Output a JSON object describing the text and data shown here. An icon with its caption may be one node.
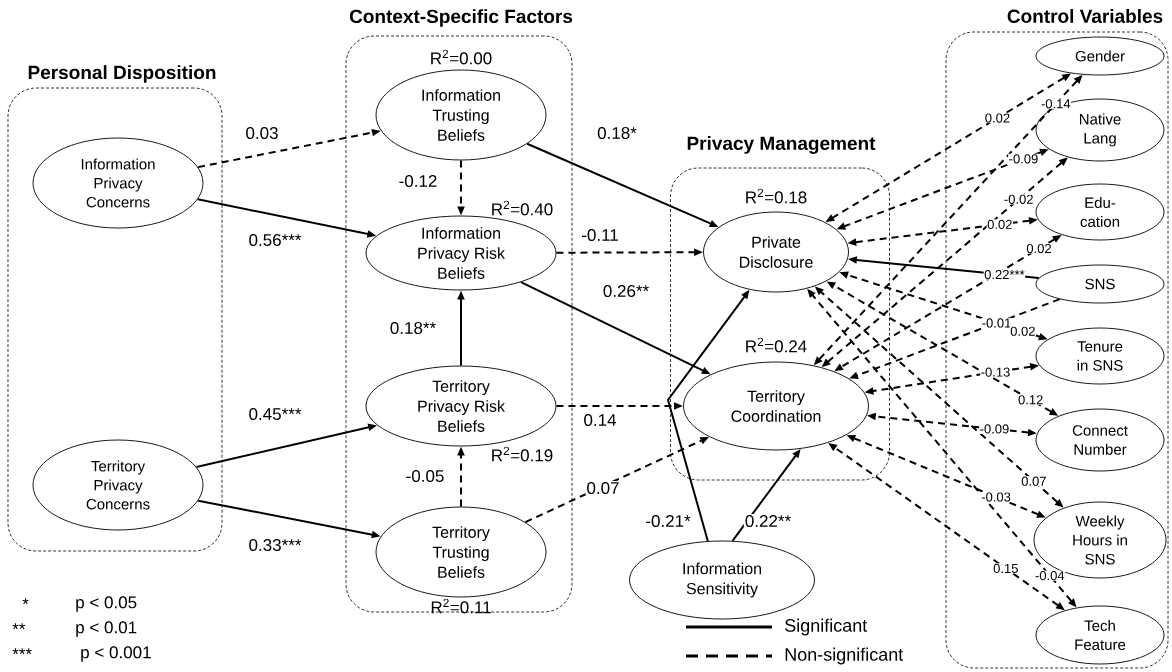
{
  "diagram": {
    "nodes": [
      {
        "text": [
          "Personal Disposition"
        ]
      },
      {
        "text": [
          "Information Privacy Concerns"
        ],
        "in": 0
      },
      {
        "text": [
          "Territory Privacy Concerns"
        ],
        "in": 0
      },
      {
        "text": [
          "Context-Specific Factors"
        ]
      },
      {
        "text": [
          "Information Trusting Beliefs"
        ],
        "in": 3,
        "beside": [
          "R$^{2}$=0.00"
        ]
      },
      {
        "text": [
          "Information Privacy Risk Beliefs"
        ],
        "in": 3,
        "beside": [
          "R$^{2}$=0.40"
        ]
      },
      {
        "text": [
          "Territory Privacy Risk Beliefs"
        ],
        "in": 3,
        "beside": [
          "R$^{2}$=0.19"
        ]
      },
      {
        "text": [
          "Territory Trusting Beliefs"
        ],
        "in": 3,
        "beside": [
          "R$^{2}$=0.11"
        ]
      },
      {
        "text": [
          "Privacy Management"
        ]
      },
      {
        "text": [
          "Private Disclosure"
        ],
        "in": 8,
        "beside": [
          "R$^{2}$=0.18"
        ]
      },
      {
        "text": [
          "Territory Coordination"
        ],
        "in": 8,
        "beside": [
          "R$^{2}$=0.24"
        ]
      },
      {
        "text": [
          "Information Sensitivity"
        ]
      },
      {
        "text": [
          "Control Variables"
        ]
      },
      {
        "text": [
          "Gender"
        ],
        "in": 12
      },
      {
        "text": [
          "Native Lang"
        ],
        "in": 12
      },
      {
        "text": [
          "Edu- cation"
        ],
        "in": 12
      },
      {
        "text": [
          "SNS"
        ],
        "in": 12
      },
      {
        "text": [
          "Tenure in SNS"
        ],
        "in": 12
      },
      {
        "text": [
          "Connect Number"
        ],
        "in": 12
      },
      {
        "text": [
          "Weekly Hours in SNS"
        ],
        "in": 12
      },
      {
        "text": [
          "Tech Feature"
        ],
        "in": 12
      }
    ],
    "edges": [
      {
        "from": 1,
        "to": 4,
        "arrow": "to",
        "label": "0.03",
        "style": "dashed"
      },
      {
        "from": 1,
        "to": 5,
        "arrow": "to",
        "label": "0.56***"
      },
      {
        "from": 2,
        "to": 6,
        "arrow": "to",
        "label": "0.45***"
      },
      {
        "from": 2,
        "to": 7,
        "arrow": "to",
        "label": "0.33***"
      },
      {
        "from": 4,
        "to": 5,
        "arrow": "to",
        "label": "-0.12",
        "style": "dashed"
      },
      {
        "from": 7,
        "to": 6,
        "arrow": "to",
        "label": "-0.05",
        "style": "dashed"
      },
      {
        "from": 6,
        "to": 5,
        "arrow": "to",
        "label": "0.18**"
      },
      {
        "from": 4,
        "to": 9,
        "arrow": "to",
        "label": "0.18*"
      },
      {
        "from": 5,
        "to": 9,
        "arrow": "to",
        "label": "-0.11",
        "style": "dashed"
      },
      {
        "from": 5,
        "to": 10,
        "arrow": "to",
        "label": "0.26**"
      },
      {
        "from": 6,
        "to": 10,
        "arrow": "to",
        "label": "0.14",
        "style": "dashed"
      },
      {
        "from": 7,
        "to": 10,
        "arrow": "to",
        "label": "0.07",
        "style": "dashed"
      },
      {
        "from": 11,
        "to": 9,
        "arrow": "to",
        "label": "-0.21*"
      },
      {
        "from": 11,
        "to": 10,
        "arrow": "to",
        "label": "0.22**"
      },
      {
        "from": 13,
        "to": 9,
        "arrow": "both",
        "label": "0.02",
        "style": "dashed"
      },
      {
        "from": 13,
        "to": 10,
        "arrow": "both",
        "label": "-0.14",
        "style": "dashed"
      },
      {
        "from": 14,
        "to": 9,
        "arrow": "both",
        "label": "-0.09",
        "style": "dashed"
      },
      {
        "from": 14,
        "to": 10,
        "arrow": "both",
        "label": "-0.02",
        "style": "dashed"
      },
      {
        "from": 15,
        "to": 9,
        "arrow": "both",
        "label": "0.02",
        "style": "dashed"
      },
      {
        "from": 15,
        "to": 10,
        "arrow": "both",
        "label": "0.02",
        "style": "dashed"
      },
      {
        "from": 16,
        "to": 9,
        "arrow": "to",
        "label": "0.22***"
      },
      {
        "from": 16,
        "to": 10,
        "arrow": "to",
        "label": "-0.01",
        "style": "dashed"
      },
      {
        "from": 17,
        "to": 9,
        "arrow": "both",
        "label": "0.02",
        "style": "dashed"
      },
      {
        "from": 17,
        "to": 10,
        "arrow": "both",
        "label": "-0.13",
        "style": "dashed"
      },
      {
        "from": 18,
        "to": 9,
        "arrow": "both",
        "label": "0.12",
        "style": "dashed"
      },
      {
        "from": 18,
        "to": 10,
        "arrow": "both",
        "label": "-0.09",
        "style": "dashed"
      },
      {
        "from": 19,
        "to": 9,
        "arrow": "both",
        "label": "0.07",
        "style": "dashed"
      },
      {
        "from": 19,
        "to": 10,
        "arrow": "both",
        "label": "-0.03",
        "style": "dashed"
      },
      {
        "from": 20,
        "to": 9,
        "arrow": "both",
        "label": "-0.04",
        "style": "dashed"
      },
      {
        "from": 20,
        "to": 10,
        "arrow": "both",
        "label": "0.15",
        "style": "dashed"
      }
    ],
    "labels": [
      "*",
      "p < 0.05",
      "**",
      "p < 0.01",
      "***",
      "p < 0.001"
    ],
    "legend": [
      {
        "text": "Significant"
      },
      {
        "text": "Non-significant"
      }
    ]
  }
}
